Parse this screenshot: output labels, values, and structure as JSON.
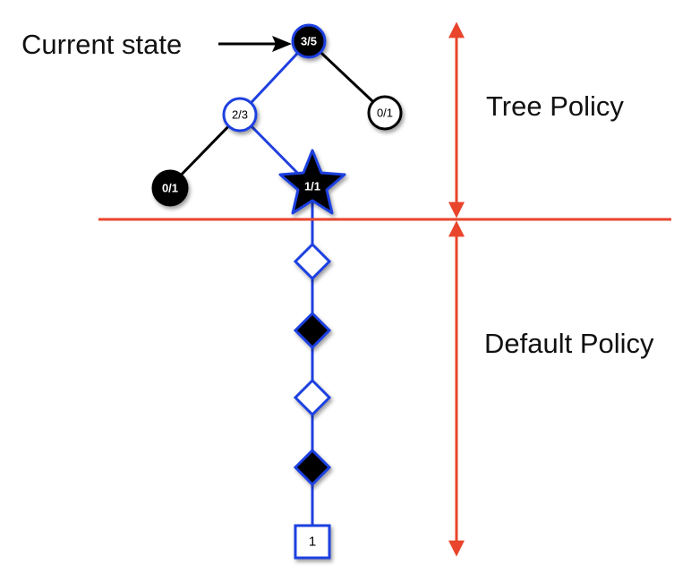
{
  "annotations": {
    "current_state": "Current state",
    "tree_policy": "Tree Policy",
    "default_policy": "Default Policy"
  },
  "nodes": {
    "root": "3/5",
    "left_child": "2/3",
    "right_child": "0/1",
    "left_grandchild": "0/1",
    "expanded_star": "1/1",
    "terminal": "1"
  },
  "colors": {
    "tree_edge": "#000000",
    "selected_path": "#1f3fe0",
    "policy_divider": "#e8452c",
    "node_dark": "#000000",
    "node_light": "#ffffff"
  }
}
